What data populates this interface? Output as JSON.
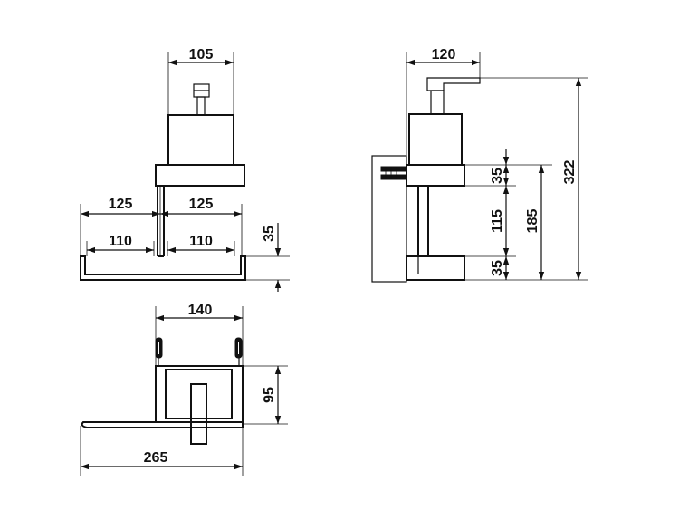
{
  "dimensions": {
    "front_top_width": "105",
    "side_top_width": "120",
    "front_left_width": "125",
    "front_right_width": "125",
    "front_left_inner": "110",
    "front_right_inner": "110",
    "front_shelf_height": "35",
    "side_top_height": "35",
    "side_mid_height": "115",
    "side_bottom_height": "35",
    "side_total_185": "185",
    "side_total_322": "322",
    "plan_width_140": "140",
    "plan_depth_95": "95",
    "plan_total_265": "265"
  }
}
